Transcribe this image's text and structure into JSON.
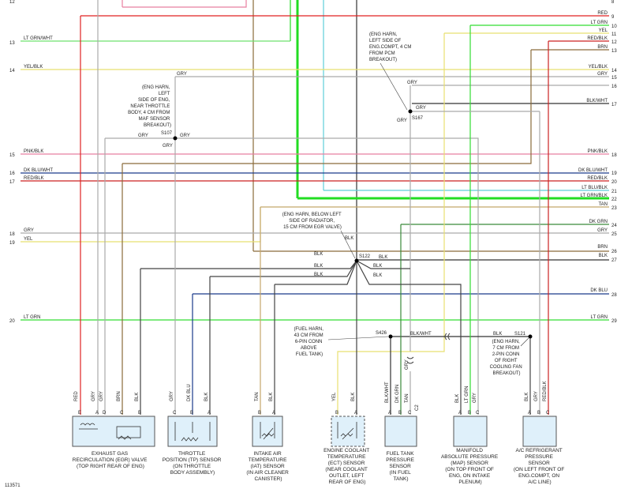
{
  "figure_id": "113571",
  "left_pins": {
    "p12": "12",
    "p13": "13",
    "p14": "14",
    "p15": "15",
    "p16": "16",
    "p17": "17",
    "p18": "18",
    "p19": "19",
    "p20": "20"
  },
  "right_pins": {
    "p8": "8",
    "p9": "9",
    "p10": "10",
    "p11": "11",
    "p12": "12",
    "p13": "13",
    "p14": "14",
    "p15": "15",
    "p16": "16",
    "p17": "17",
    "p18": "18",
    "p19": "19",
    "p20": "20",
    "p21": "21",
    "p22": "22",
    "p23": "23",
    "p24": "24",
    "p25": "25",
    "p26": "26",
    "p27": "27",
    "p28": "28",
    "p29": "29"
  },
  "wire_labels": {
    "ltgrnwht": "LT GRN/WHT",
    "yelblk": "YEL/BLK",
    "pnkblk": "PNK/BLK",
    "dkbluwht": "DK BLU/WHT",
    "redblk": "RED/BLK",
    "gry": "GRY",
    "yel": "YEL",
    "ltgrn": "LT GRN",
    "red": "RED",
    "brn": "BRN",
    "blkwht": "BLK/WHT",
    "ltblublk": "LT BLU/BLK",
    "ltgrnblk": "LT GRN/BLK",
    "tan": "TAN",
    "dkgrn": "DK GRN",
    "blk": "BLK",
    "dkblu": "DK BLU"
  },
  "splices": {
    "s107": "S107",
    "s107_note": [
      "(ENG HARN,",
      "LEFT",
      "SIDE OF ENG,",
      "NEAR THROTTLE",
      "BODY, 4 CM FROM",
      "MAF SENSOR",
      "BREAKOUT)"
    ],
    "s167": "S167",
    "s167_note": [
      "(ENG HARN,",
      "LEFT SIDE OF",
      "ENG.COMPT, 4 CM",
      "FROM PCM",
      "BREAKOUT)"
    ],
    "s122": "S122",
    "s122_note": [
      "(ENG HARN, BELOW LEFT",
      "SIDE OF RADIATOR,",
      "15 CM FROM EGR VALVE)"
    ],
    "s426": "S426",
    "s426_note": [
      "(FUEL HARN,",
      "43 CM FROM",
      "6-PIN CONN",
      "ABOVE",
      "FUEL TANK)"
    ],
    "s121": "S121",
    "s121_note": [
      "(ENG HARN,",
      "7 CM FROM",
      "2-PIN CONN",
      "OF RIGHT",
      "COOLING FAN",
      "BREAKOUT)"
    ],
    "c2": "C2"
  },
  "components": [
    {
      "name": [
        "EXHAUST GAS",
        "RECIRCULATION (EGR) VALVE",
        "(TOP RIGHT REAR OF ENG)"
      ],
      "pins": [
        "E",
        "A",
        "D",
        "C",
        "B"
      ],
      "wires": [
        "RED",
        "GRY",
        "GRY",
        "BRN",
        "BLK"
      ]
    },
    {
      "name": [
        "THROTTLE",
        "POSITION (TP) SENSOR",
        "(ON THROTTLE",
        "BODY ASSEMBLY)"
      ],
      "pins": [
        "C",
        "B",
        "A"
      ],
      "wires": [
        "GRY",
        "DK BLU",
        "BLK"
      ]
    },
    {
      "name": [
        "INTAKE AIR",
        "TEMPERATURE",
        "(IAT) SENSOR",
        "(IN AIR CLEANER",
        "CANISTER)"
      ],
      "pins": [
        "B",
        "A"
      ],
      "wires": [
        "TAN",
        "BLK"
      ]
    },
    {
      "name": [
        "ENGINE COOLANT",
        "TEMPERATURE",
        "(ECT) SENSOR",
        "(NEAR COOLANT",
        "OUTLET, LEFT",
        "REAR OF ENG)"
      ],
      "pins": [
        "B",
        "A"
      ],
      "wires": [
        "YEL",
        "BLK"
      ]
    },
    {
      "name": [
        "FUEL TANK",
        "PRESSURE",
        "SENSOR",
        "(IN FUEL",
        "TANK)"
      ],
      "pins": [
        "A",
        "B",
        "C"
      ],
      "wires": [
        "BLK/WHT",
        "DK GRN",
        "TAN"
      ]
    },
    {
      "name": [
        "MANIFOLD",
        "ABSOLUTE PRESSURE",
        "(MAP) SENSOR",
        "(ON TOP FRONT OF",
        "ENG, ON INTAKE",
        "PLENUM)"
      ],
      "pins": [
        "A",
        "B",
        "C"
      ],
      "wires": [
        "BLK",
        "LT GRN",
        "GRY"
      ]
    },
    {
      "name": [
        "A/C REFRIGERANT",
        "PRESSURE",
        "SENSOR",
        "(ON LEFT FRONT OF",
        "ENG.COMPT, ON",
        "A/C LINE)"
      ],
      "pins": [
        "A",
        "B",
        "C"
      ],
      "wires": [
        "BLK",
        "GRY",
        "RED/BLK"
      ]
    }
  ]
}
